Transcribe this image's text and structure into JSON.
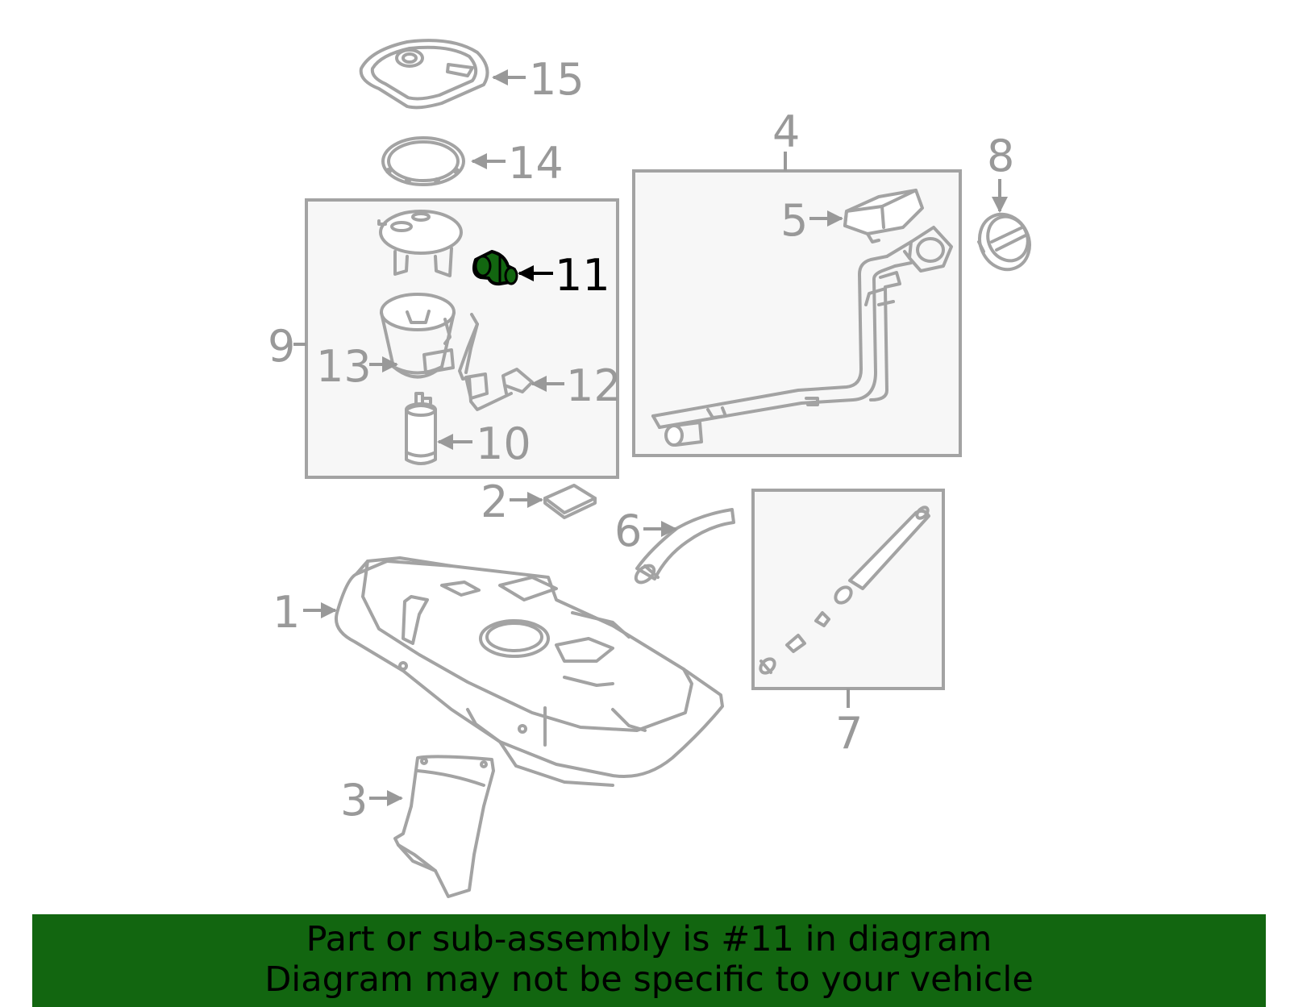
{
  "diagram": {
    "highlight_color": "#126610",
    "highlighted_part": "11",
    "callouts": {
      "p1": "1",
      "p2": "2",
      "p3": "3",
      "p4": "4",
      "p5": "5",
      "p6": "6",
      "p7": "7",
      "p8": "8",
      "p9": "9",
      "p10": "10",
      "p11": "11",
      "p12": "12",
      "p13": "13",
      "p14": "14",
      "p15": "15"
    }
  },
  "banner": {
    "line1": "Part or sub-assembly is #11 in diagram",
    "line2": "Diagram may not be specific to your vehicle",
    "background": "#126610"
  }
}
